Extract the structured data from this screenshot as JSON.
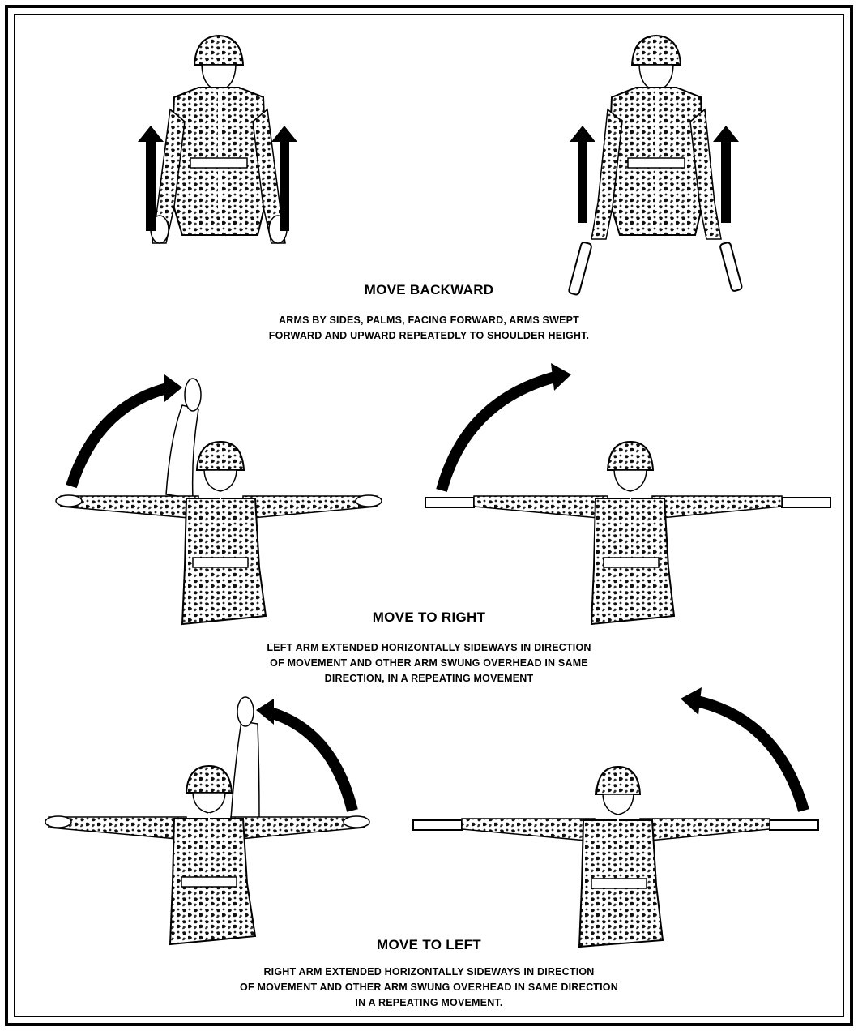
{
  "sections": [
    {
      "title": "MOVE BACKWARD",
      "description": [
        "ARMS BY SIDES, PALMS, FACING FORWARD, ARMS SWEPT",
        "FORWARD AND UPWARD REPEATEDLY TO SHOULDER HEIGHT."
      ]
    },
    {
      "title": "MOVE TO RIGHT",
      "description": [
        "LEFT ARM EXTENDED HORIZONTALLY SIDEWAYS IN DIRECTION",
        "OF MOVEMENT AND OTHER ARM SWUNG OVERHEAD IN SAME",
        "DIRECTION, IN A REPEATING MOVEMENT"
      ]
    },
    {
      "title": "MOVE TO LEFT",
      "description": [
        "RIGHT ARM EXTENDED HORIZONTALLY SIDEWAYS IN DIRECTION",
        "OF MOVEMENT AND OTHER ARM SWUNG OVERHEAD IN SAME DIRECTION",
        "IN A REPEATING MOVEMENT."
      ]
    }
  ],
  "colors": {
    "ink": "#000000",
    "paper": "#ffffff",
    "camo": "#3a3a3a"
  }
}
